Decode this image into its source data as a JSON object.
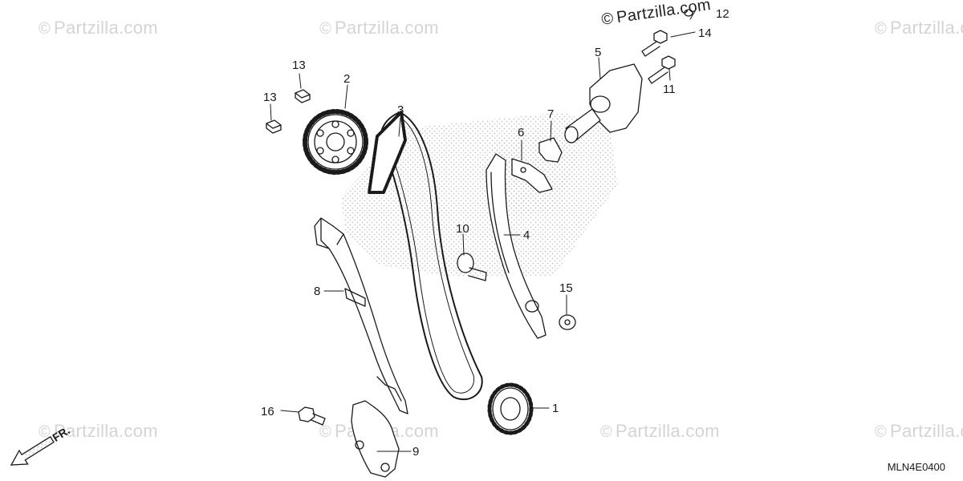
{
  "watermark": {
    "text": "Partzilla.com",
    "symbol": "©",
    "color": "#d4d4d4"
  },
  "diagram_code": "MLN4E0400",
  "direction_label": "FR.",
  "callouts": {
    "c1": "1",
    "c2": "2",
    "c3": "3",
    "c4": "4",
    "c5": "5",
    "c6": "6",
    "c7": "7",
    "c8": "8",
    "c9": "9",
    "c10": "10",
    "c11": "11",
    "c12": "12",
    "c13a": "13",
    "c13b": "13",
    "c14": "14",
    "c15": "15",
    "c16": "16"
  },
  "colors": {
    "line": "#1a1a1a",
    "stipple": "#c8c8c8"
  }
}
